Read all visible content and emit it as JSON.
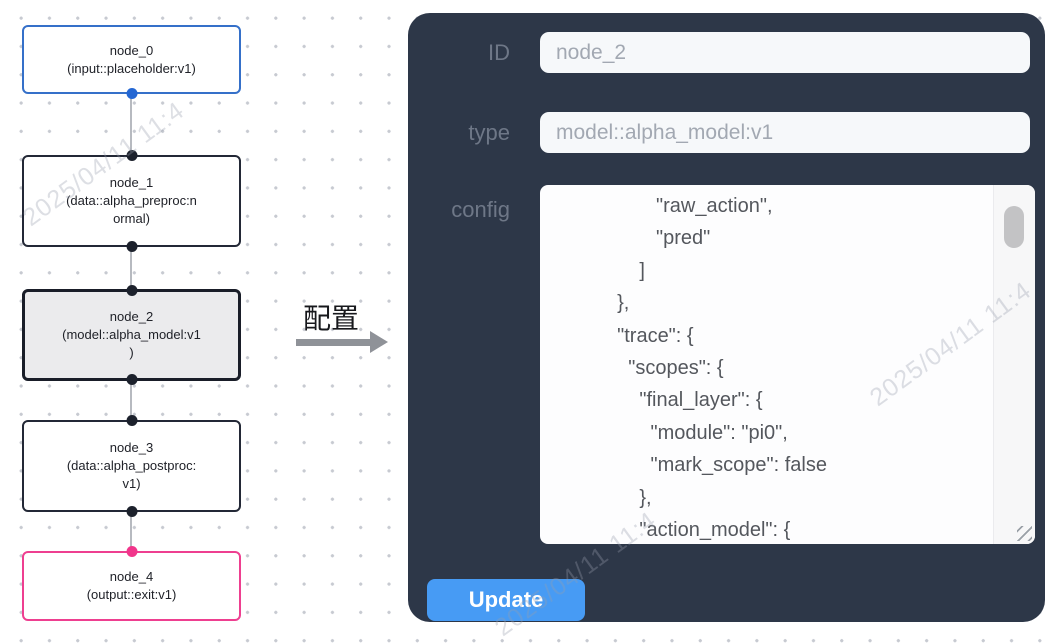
{
  "graph": {
    "nodes": [
      {
        "name": "node_0",
        "lines": [
          "node_0",
          "(input::placeholder:v1)"
        ],
        "border_color": "#3570c9",
        "bg": "#ffffff",
        "top_port": null,
        "bottom_port": "#2467d3",
        "selected": false
      },
      {
        "name": "node_1",
        "lines": [
          "node_1",
          "(data::alpha_preproc:n",
          "ormal)"
        ],
        "border_color": "#232836",
        "bg": "#ffffff",
        "top_port": "#1c212c",
        "bottom_port": "#1c212c",
        "selected": false
      },
      {
        "name": "node_2",
        "lines": [
          "node_2",
          "(model::alpha_model:v1",
          ")"
        ],
        "border_color": "#191d28",
        "bg": "#ebebed",
        "top_port": "#1c212c",
        "bottom_port": "#1c212c",
        "selected": true
      },
      {
        "name": "node_3",
        "lines": [
          "node_3",
          "(data::alpha_postproc:",
          "v1)"
        ],
        "border_color": "#232836",
        "bg": "#ffffff",
        "top_port": "#1c212c",
        "bottom_port": "#1c212c",
        "selected": false
      },
      {
        "name": "node_4",
        "lines": [
          "node_4",
          "(output::exit:v1)"
        ],
        "border_color": "#ee3f90",
        "bg": "#ffffff",
        "top_port": "#f1358b",
        "bottom_port": null,
        "selected": false
      }
    ]
  },
  "transfer": {
    "label": "配置"
  },
  "panel": {
    "fields": {
      "id": {
        "label": "ID",
        "value": "node_2"
      },
      "type": {
        "label": "type",
        "value": "model::alpha_model:v1"
      },
      "config": {
        "label": "config",
        "value": "                  \"raw_action\",\n                  \"pred\"\n               ]\n           },\n           \"trace\": {\n             \"scopes\": {\n               \"final_layer\": {\n                 \"module\": \"pi0\",\n                 \"mark_scope\": false\n               },\n               \"action_model\": {"
      }
    },
    "update_button": {
      "label": "Update"
    }
  },
  "watermark": {
    "text": "2025/04/11 11:4"
  },
  "colors": {
    "accent_blue": "#3570c9",
    "accent_pink": "#ee3f90",
    "panel_bg": "#2d3748",
    "button_blue": "#479bf4"
  }
}
